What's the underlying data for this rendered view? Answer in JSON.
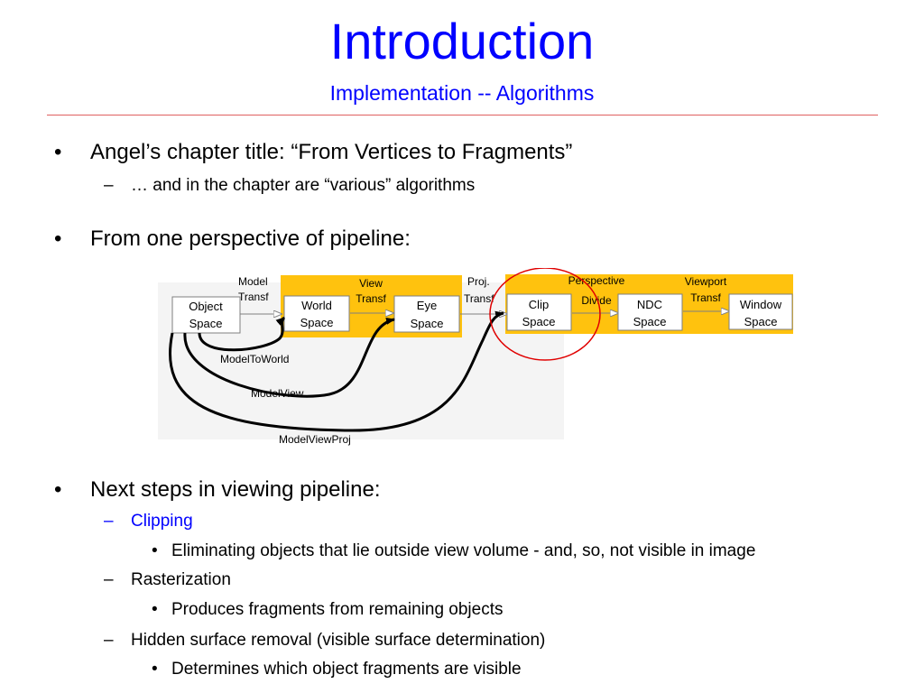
{
  "slide": {
    "title": "Introduction",
    "subtitle": "Implementation -- Algorithms"
  },
  "bullets": {
    "b1": {
      "marker": "•",
      "text": "Angel’s chapter title: “From Vertices to Fragments”"
    },
    "b1_1": {
      "marker": "–",
      "text": "… and in the chapter are “various” algorithms"
    },
    "b2": {
      "marker": "•",
      "text": "From one perspective of pipeline:"
    },
    "b3": {
      "marker": "•",
      "text": "Next steps in viewing pipeline:"
    },
    "b3_1": {
      "marker": "–",
      "text": "Clipping"
    },
    "b3_1_1": {
      "marker": "•",
      "text": "Eliminating objects that lie outside view volume - and, so, not visible in image"
    },
    "b3_2": {
      "marker": "–",
      "text": "Rasterization"
    },
    "b3_2_1": {
      "marker": "•",
      "text": "Produces fragments from remaining objects"
    },
    "b3_3": {
      "marker": "–",
      "text": "Hidden surface removal (visible surface determination)"
    },
    "b3_3_1": {
      "marker": "•",
      "text": "Determines which object fragments are visible"
    }
  },
  "diagram": {
    "boxes": {
      "object_1": "Object",
      "object_2": "Space",
      "world_1": "World",
      "world_2": "Space",
      "eye_1": "Eye",
      "eye_2": "Space",
      "clip_1": "Clip",
      "clip_2": "Space",
      "ndc_1": "NDC",
      "ndc_2": "Space",
      "window_1": "Window",
      "window_2": "Space"
    },
    "transforms": {
      "model_1": "Model",
      "model_2": "Transf",
      "view_1": "View",
      "view_2": "Transf",
      "proj_1": "Proj.",
      "proj_2": "Transf",
      "persp_1": "Perspective",
      "persp_2": "Divide",
      "viewport_1": "Viewport",
      "viewport_2": "Transf"
    },
    "curves": {
      "model_to_world": "ModelToWorld",
      "model_view": "ModelView",
      "model_view_proj": "ModelViewProj"
    },
    "colors": {
      "band": "#ffc20e",
      "box_fill": "#ffffff",
      "box_stroke": "#7f7f7f",
      "highlight_circle": "#e00000",
      "text_blue": "#0000ff"
    }
  }
}
